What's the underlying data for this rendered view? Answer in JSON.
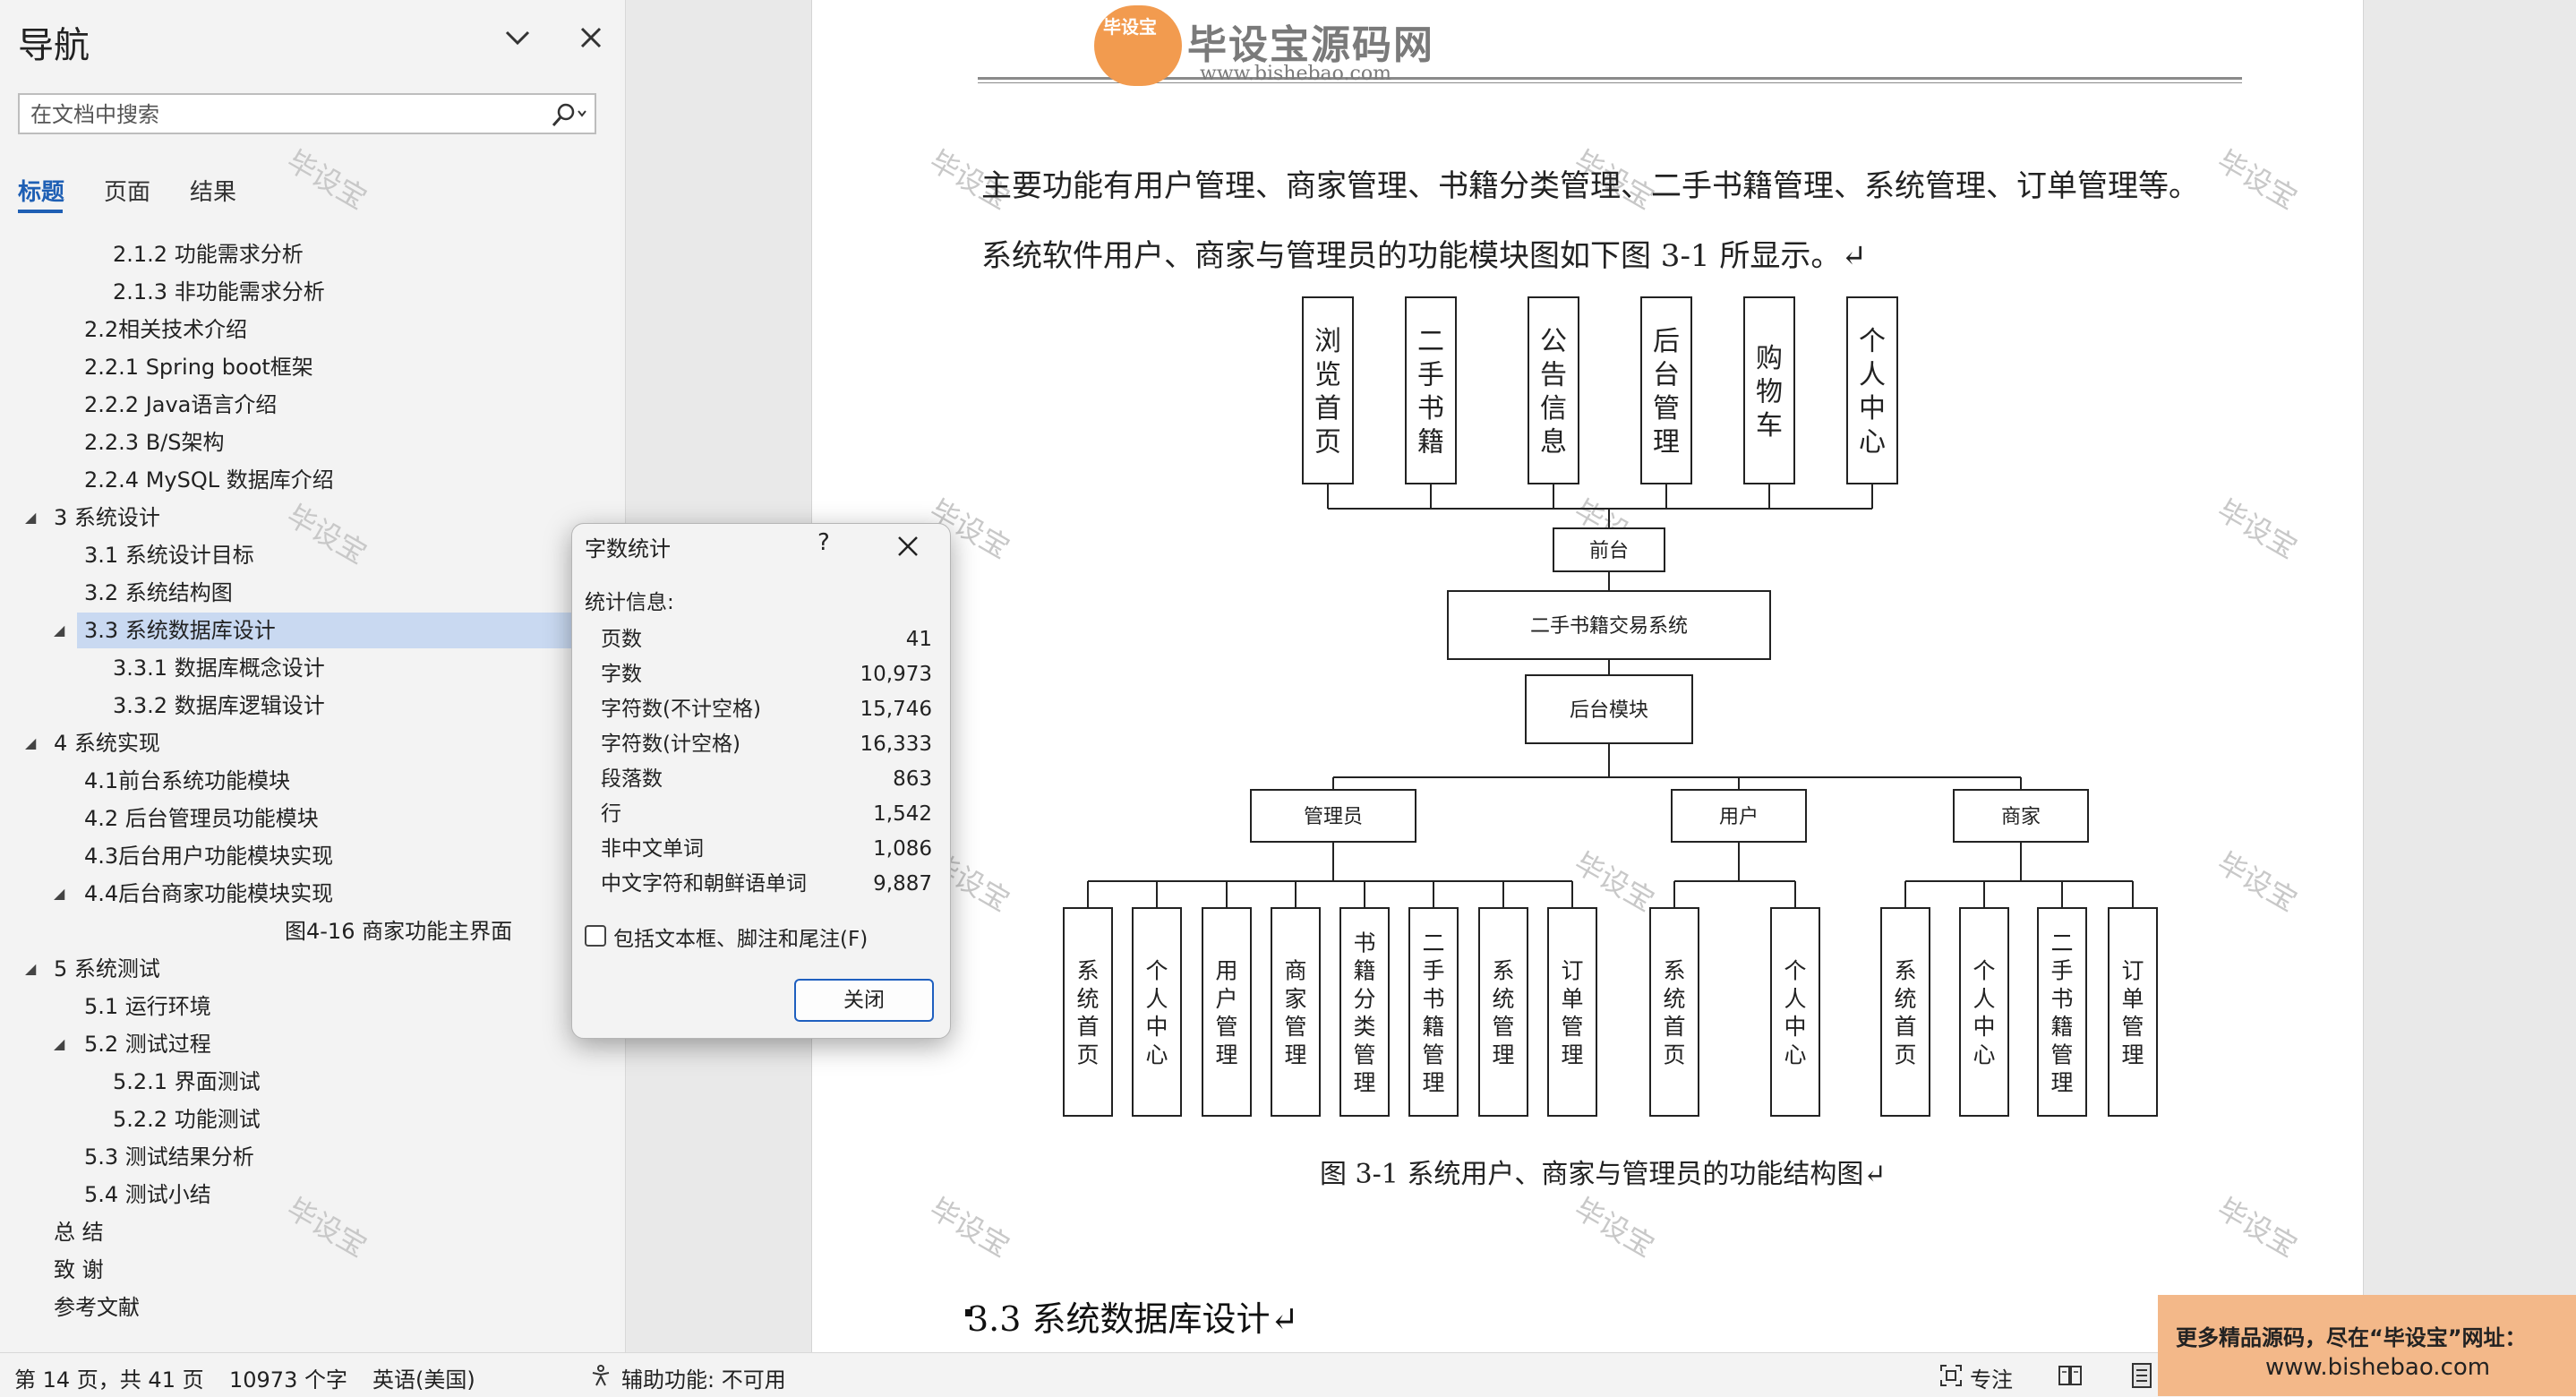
{
  "nav": {
    "title": "导航",
    "search_placeholder": "在文档中搜索",
    "tabs": [
      "标题",
      "页面",
      "结果"
    ],
    "items": [
      {
        "label": "2.1.2 功能需求分析",
        "level": 3
      },
      {
        "label": "2.1.3 非功能需求分析",
        "level": 3
      },
      {
        "label": "2.2相关技术介绍",
        "level": 2
      },
      {
        "label": "2.2.1 Spring boot框架",
        "level": 2
      },
      {
        "label": "2.2.2 Java语言介绍",
        "level": 2
      },
      {
        "label": "2.2.3 B/S架构",
        "level": 2
      },
      {
        "label": "2.2.4 MySQL 数据库介绍",
        "level": 2
      },
      {
        "label": "3 系统设计",
        "level": 1,
        "expanded": true
      },
      {
        "label": "3.1 系统设计目标",
        "level": 2
      },
      {
        "label": "3.2 系统结构图",
        "level": 2
      },
      {
        "label": "3.3 系统数据库设计",
        "level": 2,
        "expanded": true,
        "selected": true
      },
      {
        "label": "3.3.1 数据库概念设计",
        "level": 3
      },
      {
        "label": "3.3.2 数据库逻辑设计",
        "level": 3
      },
      {
        "label": "4 系统实现",
        "level": 1,
        "expanded": true
      },
      {
        "label": "4.1前台系统功能模块",
        "level": 2
      },
      {
        "label": "4.2 后台管理员功能模块",
        "level": 2
      },
      {
        "label": "4.3后台用户功能模块实现",
        "level": 2
      },
      {
        "label": "4.4后台商家功能模块实现",
        "level": 2,
        "expanded": true
      },
      {
        "label": "图4-16 商家功能主界面",
        "level": 4
      },
      {
        "label": "5 系统测试",
        "level": 1,
        "expanded": true
      },
      {
        "label": "5.1 运行环境",
        "level": 2
      },
      {
        "label": "5.2 测试过程",
        "level": 2,
        "expanded": true
      },
      {
        "label": "5.2.1 界面测试",
        "level": 3
      },
      {
        "label": "5.2.2 功能测试",
        "level": 3
      },
      {
        "label": "5.3 测试结果分析",
        "level": 2
      },
      {
        "label": "5.4 测试小结",
        "level": 2
      },
      {
        "label": "总 结",
        "level": 1
      },
      {
        "label": "致 谢",
        "level": 1
      },
      {
        "label": "参考文献",
        "level": 1
      }
    ]
  },
  "watermark": "毕设宝",
  "logo": {
    "badge": "毕设宝",
    "name": "毕设宝源码网",
    "url": "www.bishebao.com"
  },
  "document": {
    "para1": "主要功能有用户管理、商家管理、书籍分类管理、二手书籍管理、系统管理、订单管理等。",
    "para2": "系统软件用户、商家与管理员的功能模块图如下图 3-1 所显示。↵",
    "caption": "图 3-1  系统用户、商家与管理员的功能结构图↵",
    "section": "3.3  系统数据库设计↵",
    "diagram": {
      "front_modules": [
        "浏览首页",
        "二手书籍",
        "公告信息",
        "后台管理",
        "购物车",
        "个人中心"
      ],
      "front": "前台",
      "system": "二手书籍交易系统",
      "backend": "后台模块",
      "roles": [
        "管理员",
        "用户",
        "商家"
      ],
      "admin_modules": [
        "系统首页",
        "个人中心",
        "用户管理",
        "商家管理",
        "书籍分类管理",
        "二手书籍管理",
        "系统管理",
        "订单管理"
      ],
      "user_modules": [
        "系统首页",
        "个人中心"
      ],
      "merchant_modules": [
        "系统首页",
        "个人中心",
        "二手书籍管理",
        "订单管理"
      ]
    }
  },
  "dialog": {
    "title": "字数统计",
    "help": "?",
    "section": "统计信息:",
    "rows": [
      {
        "label": "页数",
        "value": "41"
      },
      {
        "label": "字数",
        "value": "10,973"
      },
      {
        "label": "字符数(不计空格)",
        "value": "15,746"
      },
      {
        "label": "字符数(计空格)",
        "value": "16,333"
      },
      {
        "label": "段落数",
        "value": "863"
      },
      {
        "label": "行",
        "value": "1,542"
      },
      {
        "label": "非中文单词",
        "value": "1,086"
      },
      {
        "label": "中文字符和朝鲜语单词",
        "value": "9,887"
      }
    ],
    "checkbox_label": "包括文本框、脚注和尾注(F)",
    "close_label": "关闭"
  },
  "status": {
    "page": "第 14 页，共 41 页",
    "words": "10973 个字",
    "language": "英语(美国)",
    "accessibility": "辅助功能: 不可用",
    "focus": "专注"
  },
  "banner": {
    "line1": "更多精品源码，尽在“毕设宝”网址：",
    "line2": "www.bishebao.com"
  }
}
